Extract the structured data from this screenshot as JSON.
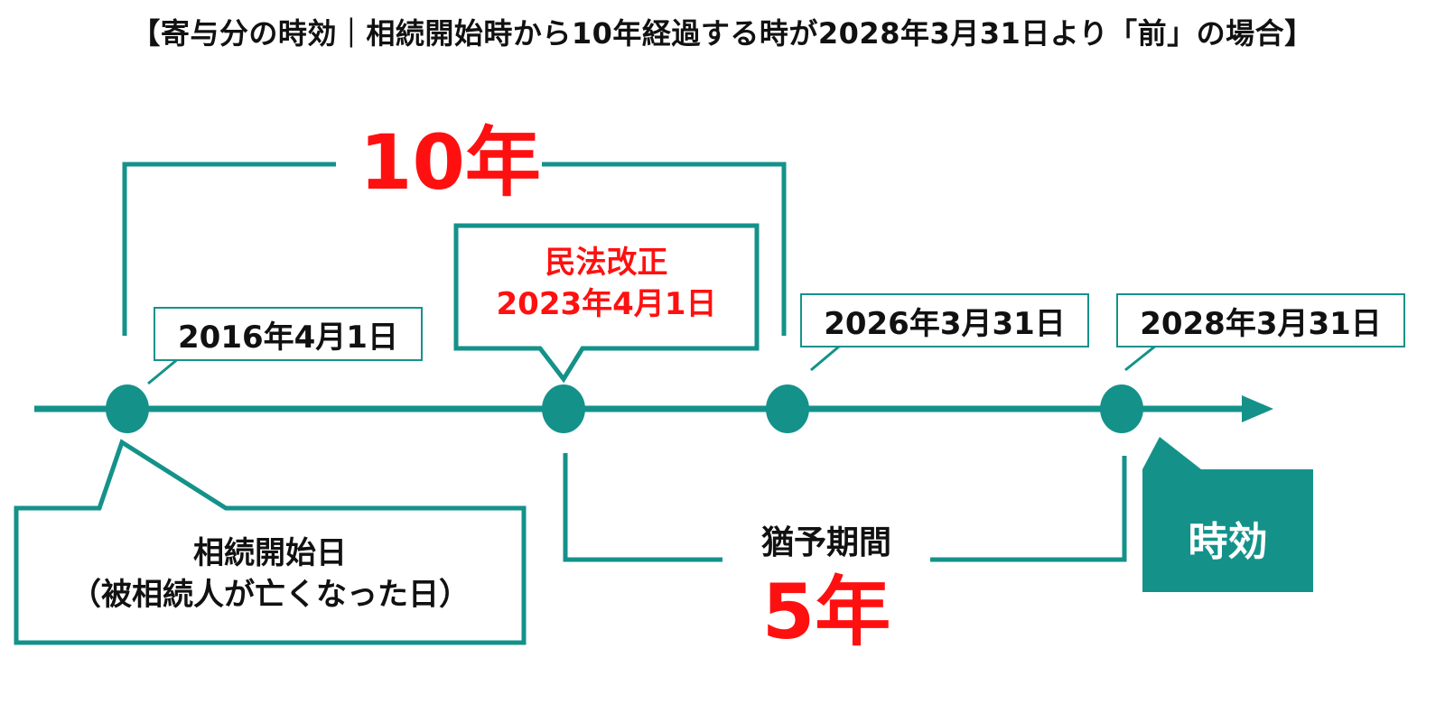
{
  "title": "【寄与分の時効｜相続開始時から10年経過する時が2028年3月31日より「前」の場合】",
  "period_10": "10年",
  "period_5": "5年",
  "grace_label": "猶予期間",
  "dates": {
    "d2016": "2016年4月1日",
    "d2026": "2026年3月31日",
    "d2028": "2028年3月31日"
  },
  "reform": {
    "label": "民法改正",
    "date": "2023年4月1日"
  },
  "start_callout": {
    "line1": "相続開始日",
    "line2": "（被相続人が亡くなった日）"
  },
  "expiry_label": "時効",
  "colors": {
    "teal": "#14928a",
    "red": "#ff1010",
    "text": "#111111"
  }
}
